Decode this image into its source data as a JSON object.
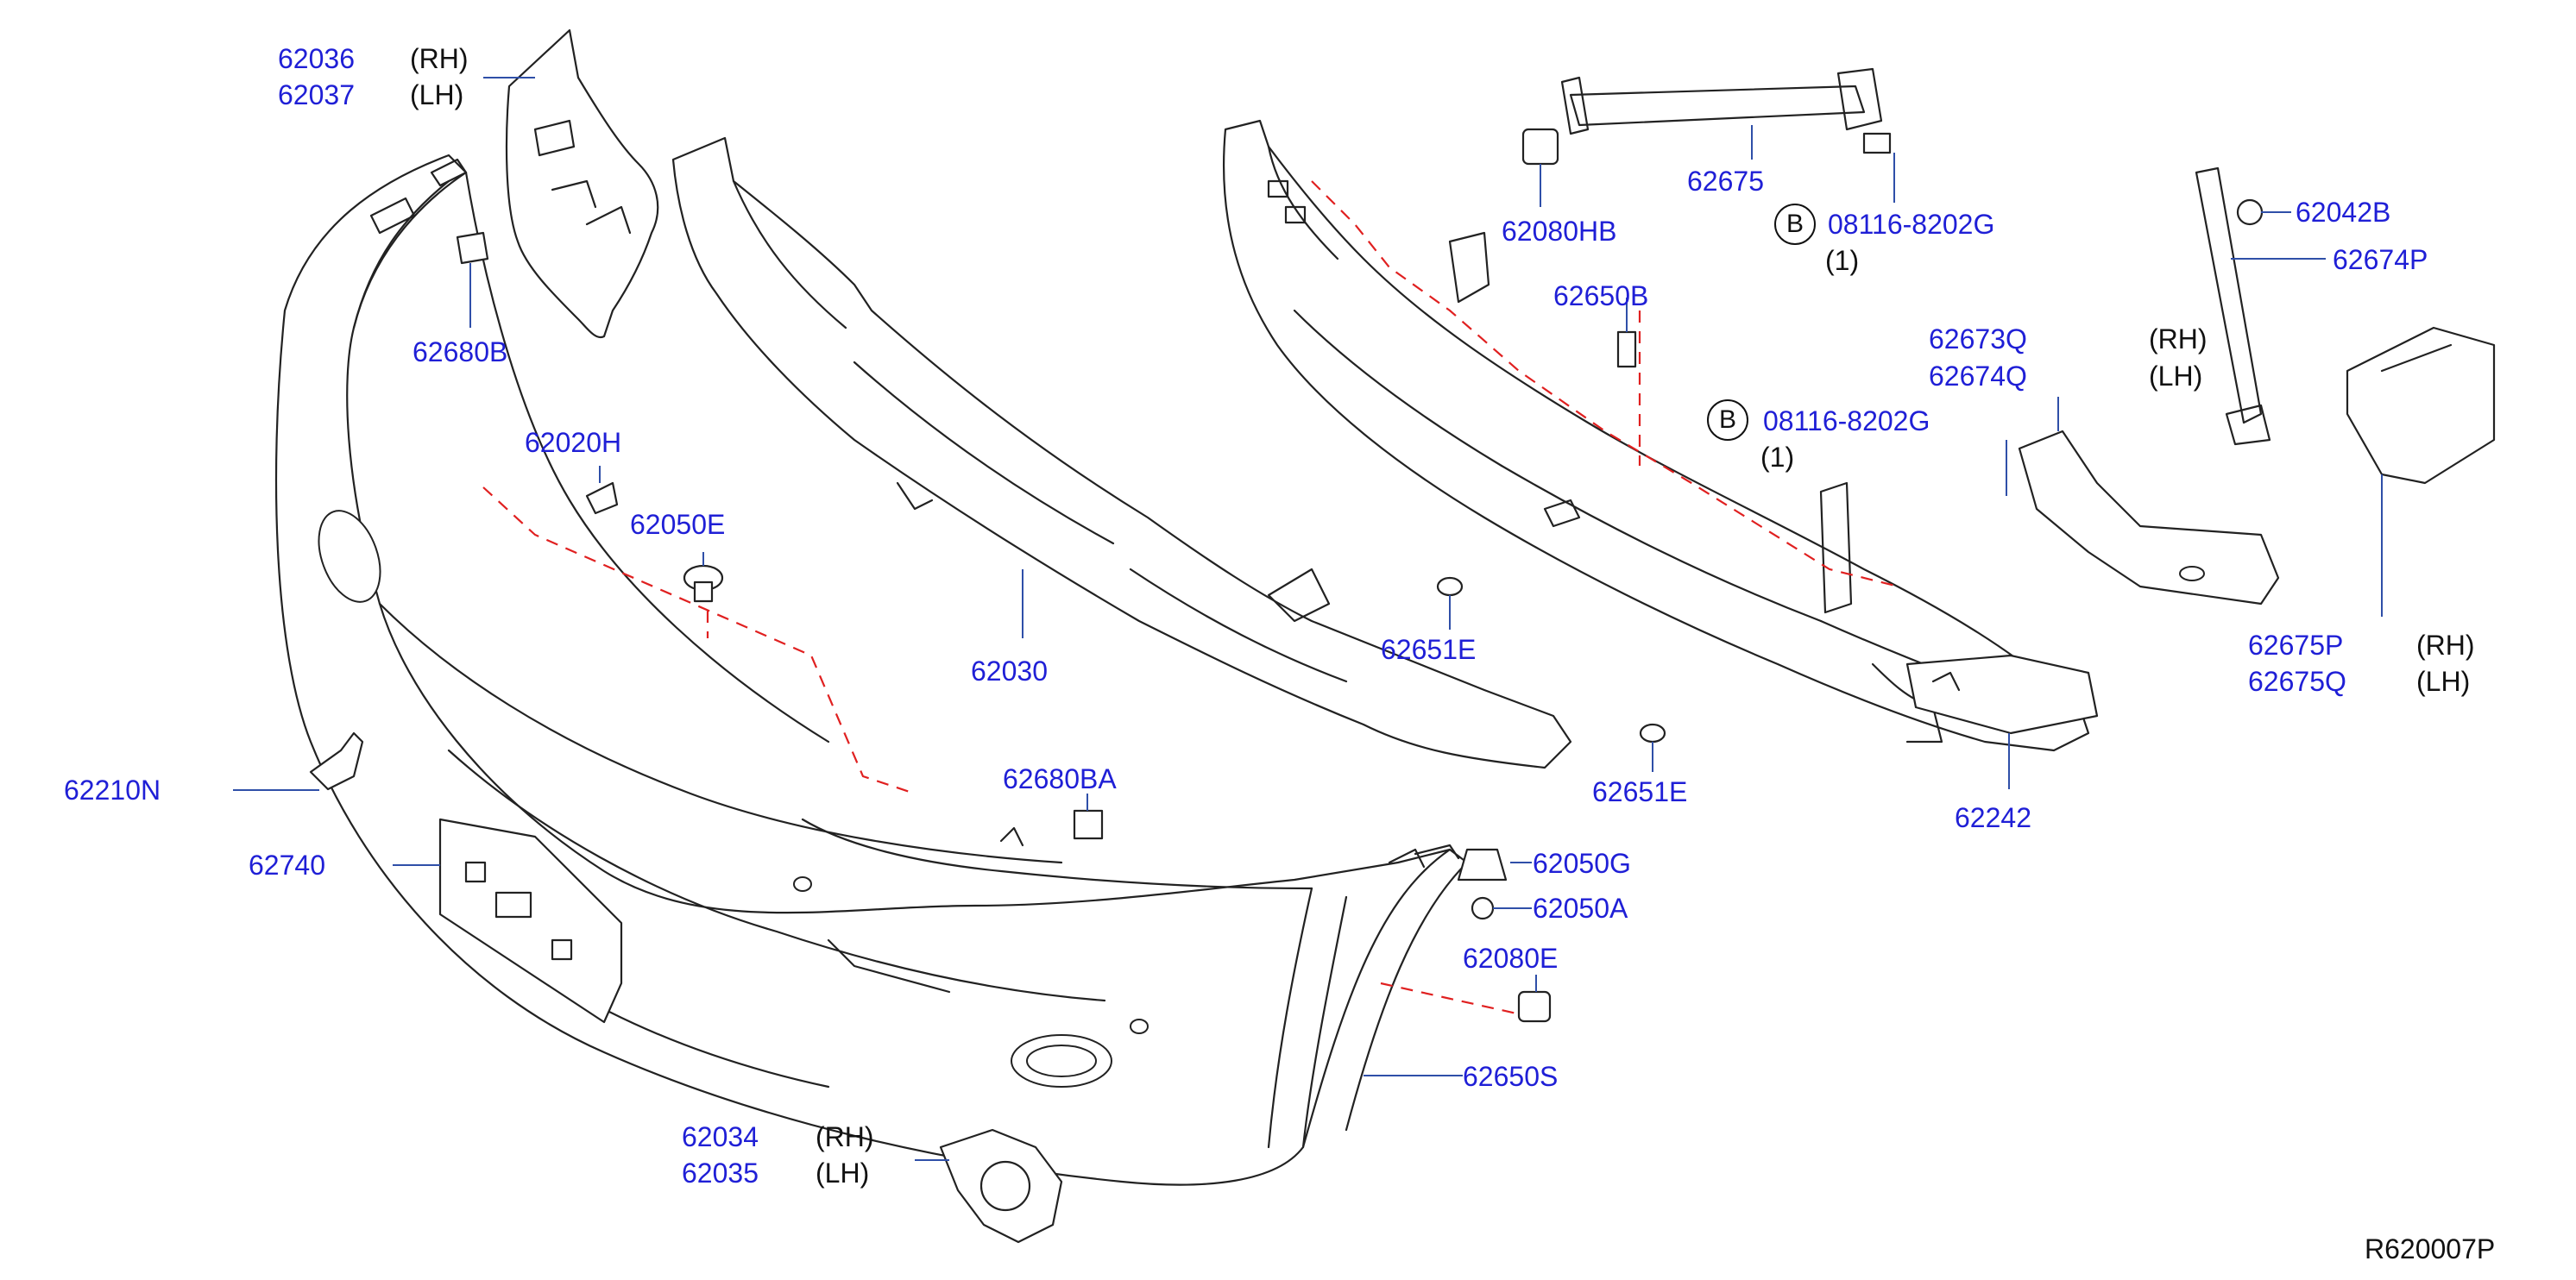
{
  "diagram": {
    "reference_code": "R620007P",
    "parts": [
      {
        "id": "p62036",
        "number": "62036",
        "side": "(RH)"
      },
      {
        "id": "p62037",
        "number": "62037",
        "side": "(LH)"
      },
      {
        "id": "p62680B",
        "number": "62680B"
      },
      {
        "id": "p62020H",
        "number": "62020H"
      },
      {
        "id": "p62050E",
        "number": "62050E"
      },
      {
        "id": "p62210N",
        "number": "62210N"
      },
      {
        "id": "p62740",
        "number": "62740"
      },
      {
        "id": "p62680BA",
        "number": "62680BA"
      },
      {
        "id": "p62034",
        "number": "62034",
        "side": "(RH)"
      },
      {
        "id": "p62035",
        "number": "62035",
        "side": "(LH)"
      },
      {
        "id": "p62050G",
        "number": "62050G"
      },
      {
        "id": "p62050A",
        "number": "62050A"
      },
      {
        "id": "p62080E",
        "number": "62080E"
      },
      {
        "id": "p62650S",
        "number": "62650S"
      },
      {
        "id": "p62080HB",
        "number": "62080HB"
      },
      {
        "id": "p62675",
        "number": "62675"
      },
      {
        "id": "p08116a",
        "number": "08116-8202G",
        "prefix": "B",
        "qty": "(1)"
      },
      {
        "id": "p62650B",
        "number": "62650B"
      },
      {
        "id": "p08116b",
        "number": "08116-8202G",
        "prefix": "B",
        "qty": "(1)"
      },
      {
        "id": "p62651E",
        "number": "62651E"
      },
      {
        "id": "p62242",
        "number": "62242"
      },
      {
        "id": "p62042B",
        "number": "62042B"
      },
      {
        "id": "p62674P",
        "number": "62674P"
      },
      {
        "id": "p62673Q",
        "number": "62673Q",
        "side": "(RH)"
      },
      {
        "id": "p62674Q",
        "number": "62674Q",
        "side": "(LH)"
      }
    ],
    "partial_labels": {
      "center_reinforcement": "62030",
      "center_clip": "62651E",
      "right_bracket_rh": "62675P",
      "right_bracket_lh": "62675Q",
      "right_bracket_rh_side": "(RH)",
      "right_bracket_lh_side": "(LH)"
    }
  },
  "colors": {
    "part_number": "#1f1fd6",
    "line_art": "#222222",
    "leader": "#2f4fa8",
    "hidden_line": "#e02020",
    "background": "#ffffff"
  }
}
